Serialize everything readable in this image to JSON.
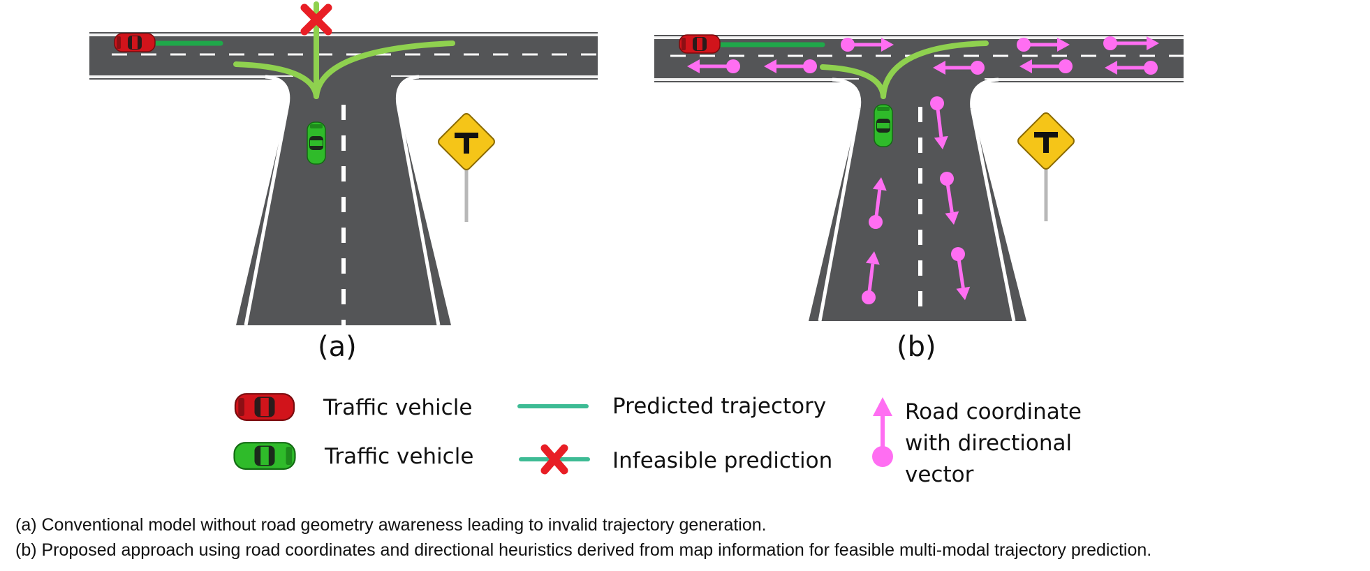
{
  "panels": {
    "a": {
      "label": "(a)"
    },
    "b": {
      "label": "(b)"
    }
  },
  "legend": {
    "red_vehicle": "Traffic vehicle",
    "green_vehicle": "Traffic vehicle",
    "predicted": "Predicted trajectory",
    "infeasible": "Infeasible prediction",
    "road_coord": "Road coordinate with directional vector"
  },
  "captions": {
    "a": "(a) Conventional model without road geometry awareness leading to invalid trajectory generation.",
    "b": "(b) Proposed approach using road coordinates and directional heuristics derived from map information for feasible multi-modal trajectory prediction."
  },
  "colors": {
    "road": "#545557",
    "trajectory_dark": "#1fa84a",
    "trajectory_light": "#8fd14f",
    "infeasible": "#e81e25",
    "vector": "#ff6ef2",
    "sign": "#f5c518",
    "red_car": "#d1141b",
    "green_car": "#2fbb2a"
  },
  "icons": [
    "red-car-icon",
    "green-car-icon",
    "t-junction-sign-icon",
    "cross-icon",
    "directional-vector-icon"
  ]
}
